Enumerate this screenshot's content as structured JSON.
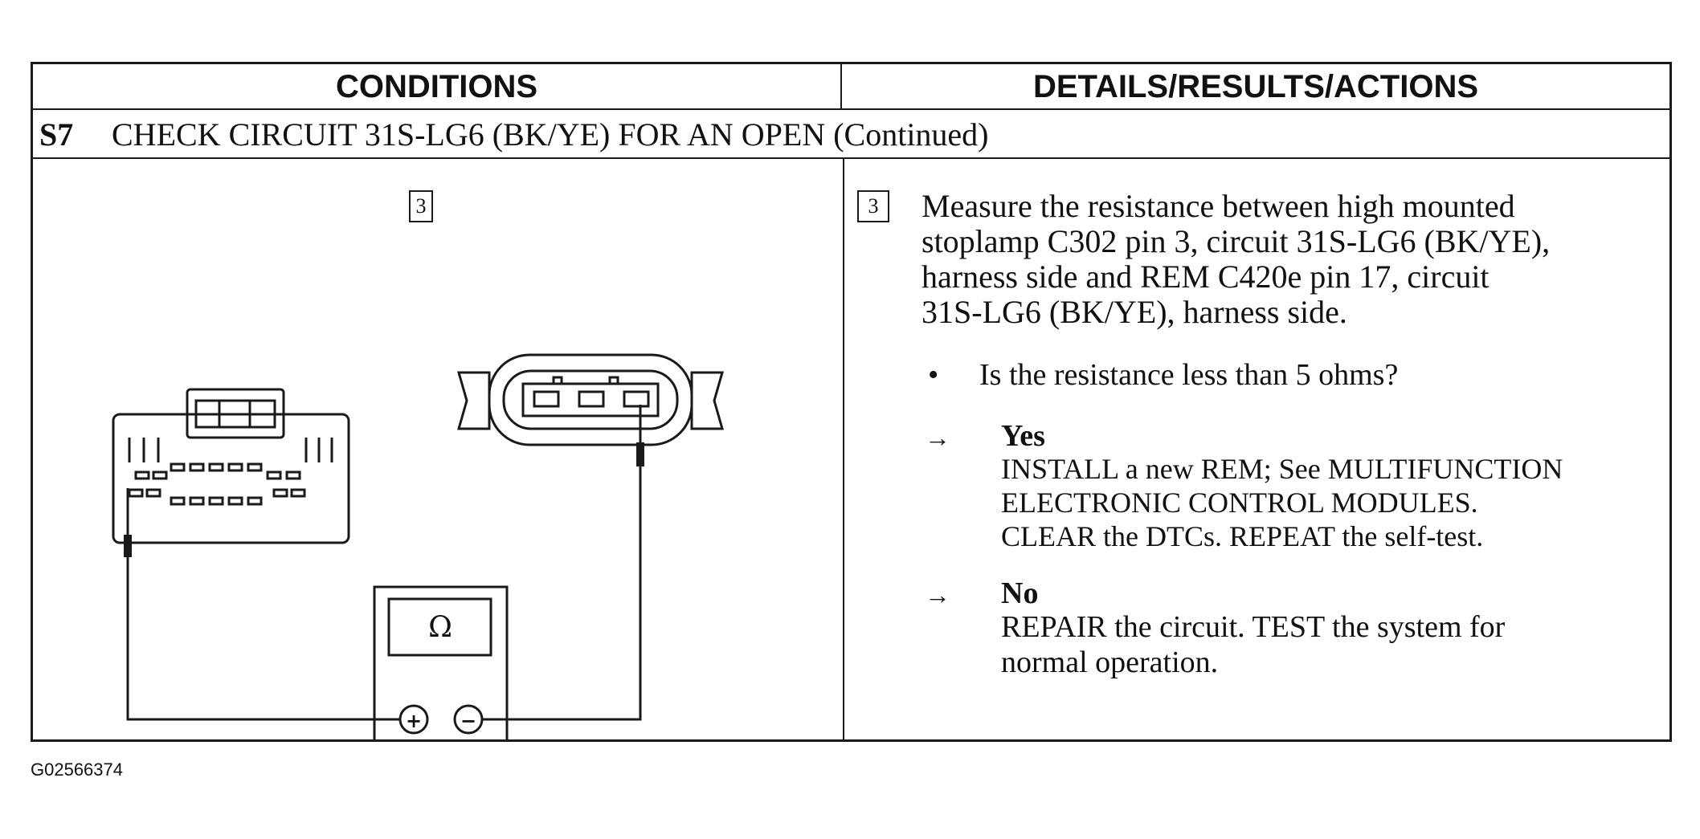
{
  "table": {
    "header_conditions": "CONDITIONS",
    "header_details": "DETAILS/RESULTS/ACTIONS",
    "step_number": "S7",
    "step_title": "CHECK CIRCUIT 31S-LG6 (BK/YE) FOR AN OPEN (Continued)"
  },
  "conditions": {
    "figure_step": "3",
    "meter_symbol": "Ω",
    "plus_label": "+",
    "minus_label": "−"
  },
  "details": {
    "step": "3",
    "instruction_lines": [
      "Measure the resistance between high mounted",
      "stoplamp C302 pin 3, circuit 31S-LG6 (BK/YE),",
      "harness side and REM C420e pin 17, circuit",
      "31S-LG6 (BK/YE), harness side."
    ],
    "bullet": "•",
    "question": "Is the resistance less than 5 ohms?",
    "arrow_symbol": "→",
    "yes": {
      "title": "Yes",
      "lines": [
        "INSTALL  a new REM; See MULTIFUNCTION",
        "ELECTRONIC CONTROL MODULES.",
        "CLEAR the DTCs. REPEAT the self-test."
      ]
    },
    "no": {
      "title": "No",
      "lines": [
        "REPAIR the circuit. TEST the system for",
        "normal operation."
      ]
    }
  },
  "figure_id": "G02566374"
}
